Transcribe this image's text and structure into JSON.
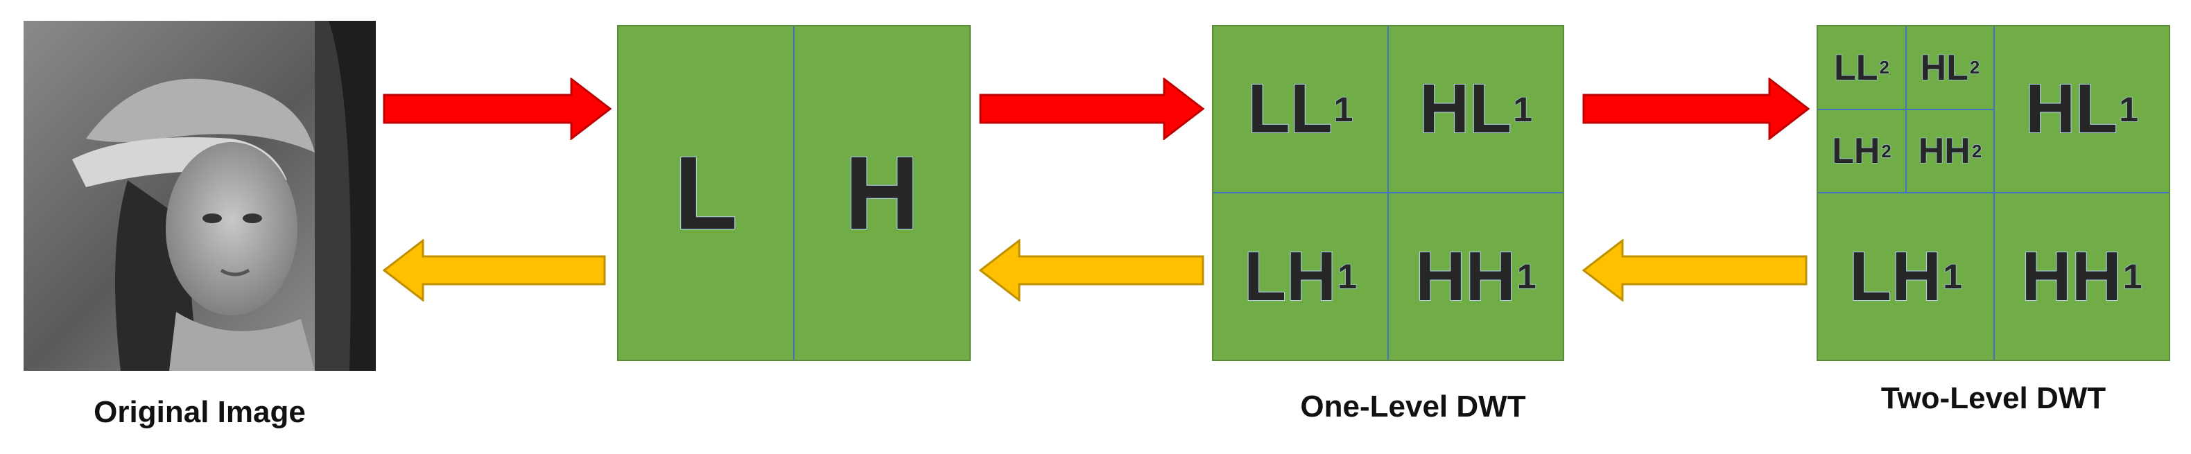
{
  "captions": {
    "original": "Original Image",
    "one_level": "One-Level DWT",
    "two_level": "Two-Level DWT"
  },
  "stage1": {
    "left": "L",
    "right": "H"
  },
  "stage2": {
    "ll": {
      "main": "LL",
      "sub": "1"
    },
    "hl": {
      "main": "HL",
      "sub": "1"
    },
    "lh": {
      "main": "LH",
      "sub": "1"
    },
    "hh": {
      "main": "HH",
      "sub": "1"
    }
  },
  "stage3": {
    "ll2": {
      "main": "LL",
      "sub": "2"
    },
    "hl2": {
      "main": "HL",
      "sub": "2"
    },
    "lh2": {
      "main": "LH",
      "sub": "2"
    },
    "hh2": {
      "main": "HH",
      "sub": "2"
    },
    "hl1": {
      "main": "HL",
      "sub": "1"
    },
    "lh1": {
      "main": "LH",
      "sub": "1"
    },
    "hh1": {
      "main": "HH",
      "sub": "1"
    }
  },
  "colors": {
    "block_fill": "#70ad47",
    "divider": "#4472c4",
    "forward_arrow": "#ff0000",
    "inverse_arrow": "#ffc000"
  }
}
